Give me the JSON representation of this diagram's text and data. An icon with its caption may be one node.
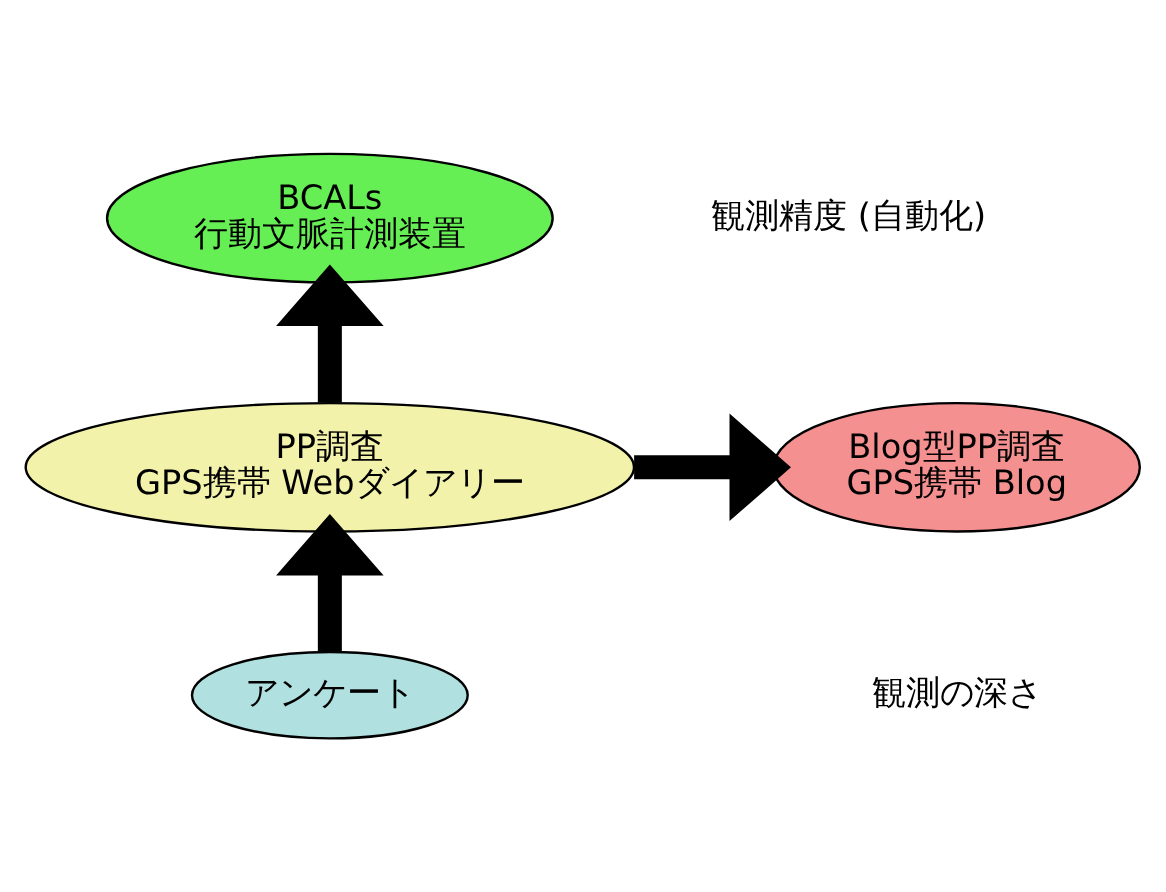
{
  "diagram": {
    "nodes": [
      {
        "text": [
          "BCALs",
          "行動文脈計測装置"
        ]
      },
      {
        "text": [
          "PP調査",
          "GPS携帯 Webダイアリー"
        ]
      },
      {
        "text": [
          "Blog型PP調査",
          "GPS携帯 Blog"
        ]
      },
      {
        "text": [
          "アンケート"
        ]
      }
    ],
    "edges": [
      {
        "from": 3,
        "to": 1,
        "arrow": "to"
      },
      {
        "from": 1,
        "to": 2,
        "arrow": "to"
      },
      {
        "from": 1,
        "to": 0,
        "arrow": "to"
      }
    ],
    "labels": [
      "観測精度 (自動化)",
      "観測の深さ"
    ]
  }
}
